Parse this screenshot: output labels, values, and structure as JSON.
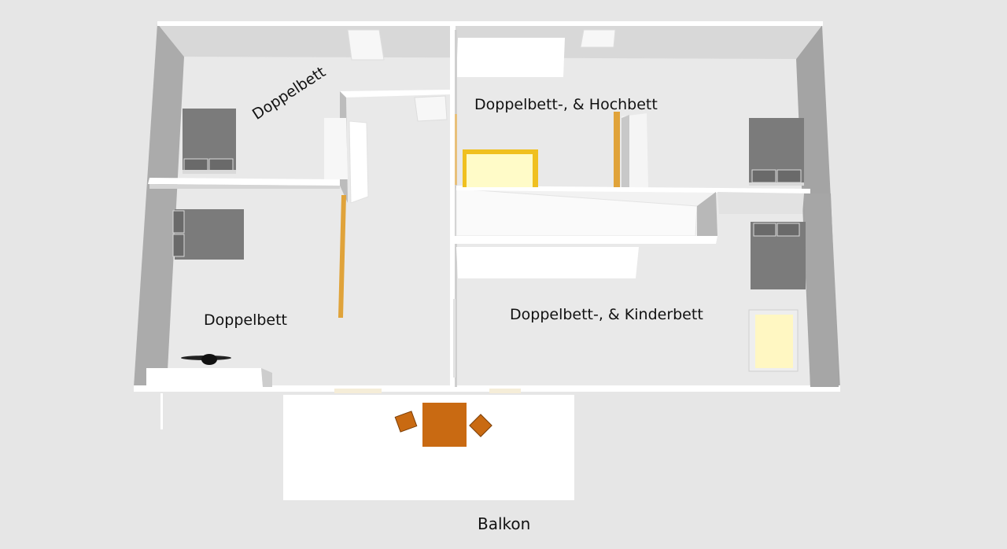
{
  "labels": {
    "room_top_left": "Doppelbett",
    "room_top_right": "Doppelbett-, & Hochbett",
    "room_bottom_left": "Doppelbett",
    "room_bottom_right": "Doppelbett-, & Kinderbett",
    "balcony": "Balkon"
  },
  "colors": {
    "background": "#e6e6e6",
    "floor": "#e9e9e9",
    "wall_top": "#ffffff",
    "wall_side": "#a9a9a9",
    "bed": "#7b7b7b",
    "bed_pillow": "#d9d9d9",
    "door": "#e0a33a",
    "bunk_frame": "#f0c020",
    "bunk_mattress": "#fffbc8",
    "crib": "#fff7c2",
    "table": "#c96a12",
    "balcony": "#ffffff"
  }
}
